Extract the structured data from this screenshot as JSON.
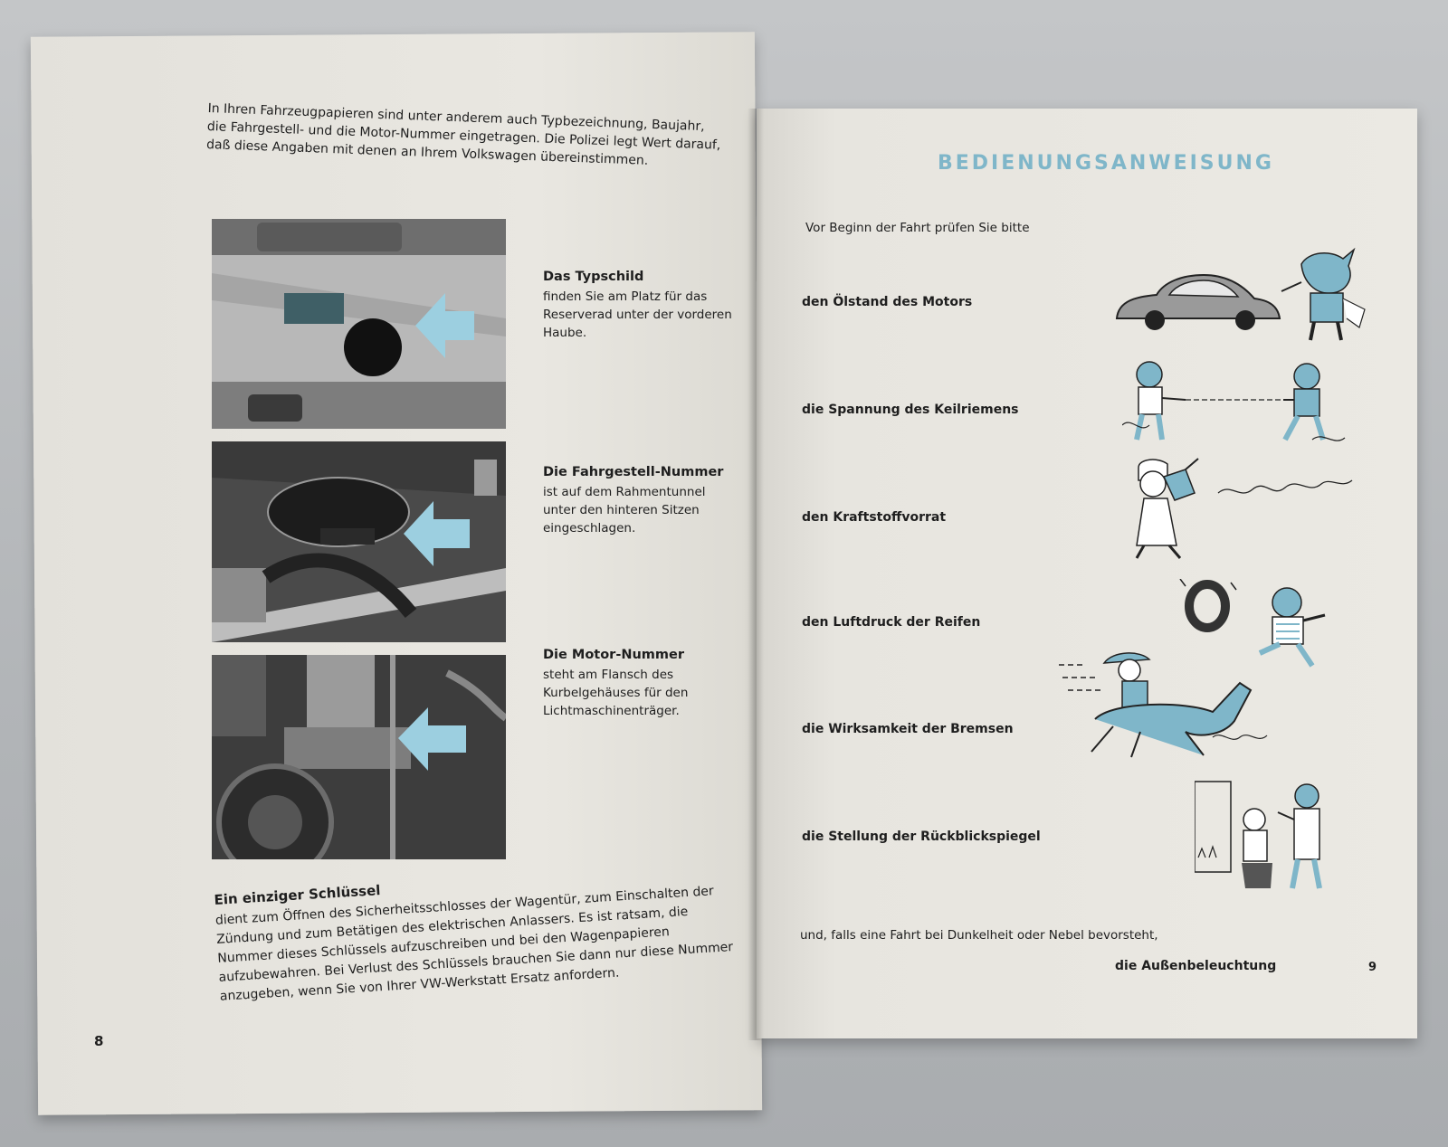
{
  "left_page": {
    "intro": "In Ihren Fahrzeugpapieren sind unter anderem auch Typbezeichnung, Baujahr, die Fahrgestell- und die Motor-Nummer eingetragen. Die Polizei legt Wert darauf, daß diese Angaben mit denen an Ihrem Volkswagen übereinstimmen.",
    "sections": [
      {
        "title": "Das Typschild",
        "text": "finden Sie am Platz für das Reserverad unter der vorderen Haube."
      },
      {
        "title": "Die Fahrgestell-Nummer",
        "text": "ist auf dem Rahmentunnel unter den hinteren Sitzen eingeschlagen."
      },
      {
        "title": "Die Motor-Nummer",
        "text": "steht am Flansch des Kurbelgehäuses für den Lichtmaschinenträger."
      }
    ],
    "key": {
      "title": "Ein einziger Schlüssel",
      "text": "dient zum Öffnen des Sicherheitsschlosses der Wagentür, zum Einschalten der Zündung und zum Betätigen des elektrischen Anlassers. Es ist ratsam, die Nummer dieses Schlüssels aufzuschreiben und bei den Wagenpapieren aufzubewahren. Bei Verlust des Schlüssels brauchen Sie dann nur diese Nummer anzugeben, wenn Sie von Ihrer VW-Werkstatt Ersatz anfordern."
    },
    "page_number": "8",
    "accent_color": "#9ccfe0"
  },
  "right_page": {
    "heading": "BEDIENUNGSANWEISUNG",
    "intro": "Vor Beginn der Fahrt prüfen Sie bitte",
    "checks": [
      "den Ölstand des Motors",
      "die Spannung des Keilriemens",
      "den Kraftstoffvorrat",
      "den Luftdruck der Reifen",
      "die Wirksamkeit der Bremsen",
      "die Stellung der Rückblickspiegel"
    ],
    "closing": "und, falls eine Fahrt bei Dunkelheit oder Nebel bevorsteht,",
    "final_check": "die Außenbeleuchtung",
    "page_number": "9",
    "accent_color": "#7fb6c9"
  }
}
